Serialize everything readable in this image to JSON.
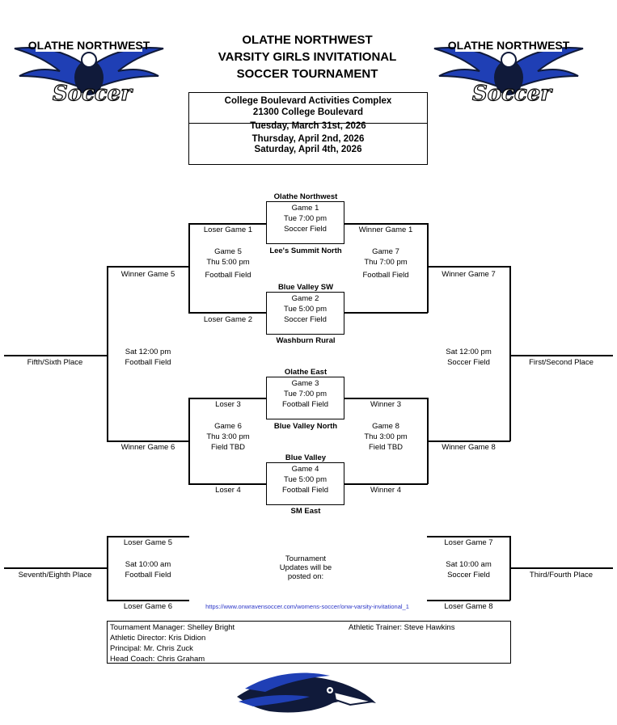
{
  "logo_text": "OLATHE NORTHWEST",
  "logo_script": "Soccer",
  "title": [
    "OLATHE NORTHWEST",
    "VARSITY GIRLS INVITATIONAL",
    "SOCCER TOURNAMENT"
  ],
  "venue": {
    "name": "College Boulevard Activities Complex",
    "address": "21300 College Boulevard",
    "dates": [
      "Tuesday, March 31st, 2026",
      "Thursday, April 2nd, 2026",
      "Saturday, April 4th, 2026"
    ]
  },
  "games": {
    "g1": {
      "top_team": "Olathe Northwest",
      "label": "Game 1",
      "time": "Tue 7:00 pm",
      "field": "Soccer Field",
      "bottom_team": "Lee's Summit North"
    },
    "g2": {
      "top_team": "Blue Valley SW",
      "label": "Game 2",
      "time": "Tue 5:00 pm",
      "field": "Soccer Field",
      "bottom_team": "Washburn Rural"
    },
    "g3": {
      "top_team": "Olathe East",
      "label": "Game 3",
      "time": "Tue 7:00 pm",
      "field": "Football Field",
      "bottom_team": "Blue Valley North"
    },
    "g4": {
      "top_team": "Blue Valley",
      "label": "Game 4",
      "time": "Tue 5:00 pm",
      "field": "Football Field",
      "bottom_team": "SM East"
    },
    "g5": {
      "label": "Game 5",
      "time": "Thu 5:00 pm",
      "field": "Football Field"
    },
    "g6": {
      "label": "Game 6",
      "time": "Thu 3:00 pm",
      "field": "Field TBD"
    },
    "g7": {
      "label": "Game 7",
      "time": "Thu 7:00 pm",
      "field": "Football Field"
    },
    "g8": {
      "label": "Game 8",
      "time": "Thu 3:00 pm",
      "field": "Field TBD"
    }
  },
  "slots": {
    "loser_game_1": "Loser Game 1",
    "loser_game_2": "Loser Game 2",
    "winner_game_1": "Winner Game 1",
    "loser_3": "Loser 3",
    "loser_4": "Loser 4",
    "winner_3": "Winner 3",
    "winner_4": "Winner 4",
    "winner_game_5": "Winner Game 5",
    "winner_game_6": "Winner Game 6",
    "winner_game_7": "Winner Game 7",
    "winner_game_8": "Winner Game 8",
    "loser_game_5": "Loser Game 5",
    "loser_game_6": "Loser Game 6",
    "loser_game_7": "Loser Game 7",
    "loser_game_8": "Loser Game 8"
  },
  "finals": {
    "fifth_sixth": {
      "place": "Fifth/Sixth Place",
      "time": "Sat 12:00 pm",
      "field": "Football Field"
    },
    "first_second": {
      "place": "First/Second Place",
      "time": "Sat 12:00 pm",
      "field": "Soccer Field"
    },
    "seventh_eighth": {
      "place": "Seventh/Eighth Place",
      "time": "Sat 10:00 am",
      "field": "Football Field"
    },
    "third_fourth": {
      "place": "Third/Fourth Place",
      "time": "Sat 10:00 am",
      "field": "Soccer Field"
    }
  },
  "updates": {
    "text": [
      "Tournament",
      "Updates will be",
      "posted on:"
    ],
    "url": "https://www.onwravensoccer.com/womens-soccer/onw-varsity-invitational_1"
  },
  "staff": {
    "manager": "Tournament Manager: Shelley Bright",
    "trainer": "Athletic Trainer:  Steve Hawkins",
    "director": "Athletic Director: Kris Didion",
    "principal": "Principal: Mr. Chris Zuck",
    "coach": "Head Coach:  Chris Graham"
  },
  "colors": {
    "brand_blue": "#1f3fb5",
    "dark_navy": "#101a3a",
    "link": "#2a35c7"
  }
}
